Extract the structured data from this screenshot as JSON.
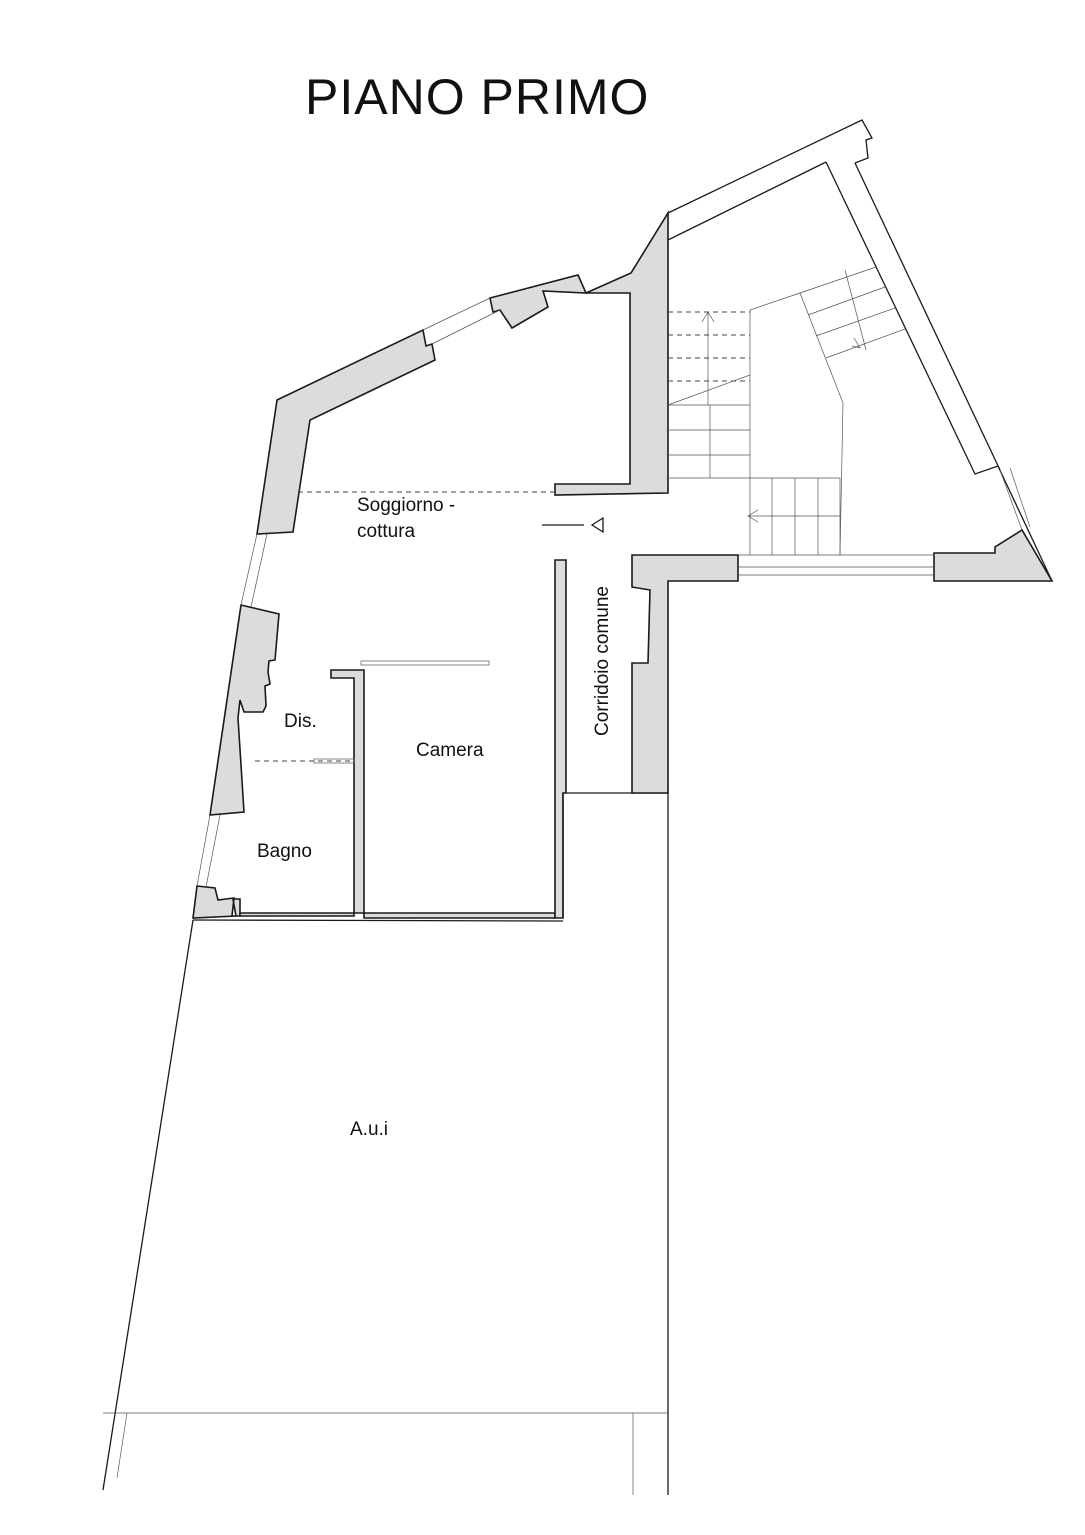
{
  "title": "PIANO PRIMO",
  "rooms": {
    "soggiorno_line1": "Soggiorno -",
    "soggiorno_line2": "cottura",
    "corridoio": "Corridoio comune",
    "dis": "Dis.",
    "camera": "Camera",
    "bagno": "Bagno",
    "aui": "A.u.i"
  },
  "colors": {
    "wall_fill": "#dcdcdc",
    "line": "#1a1a1a"
  }
}
